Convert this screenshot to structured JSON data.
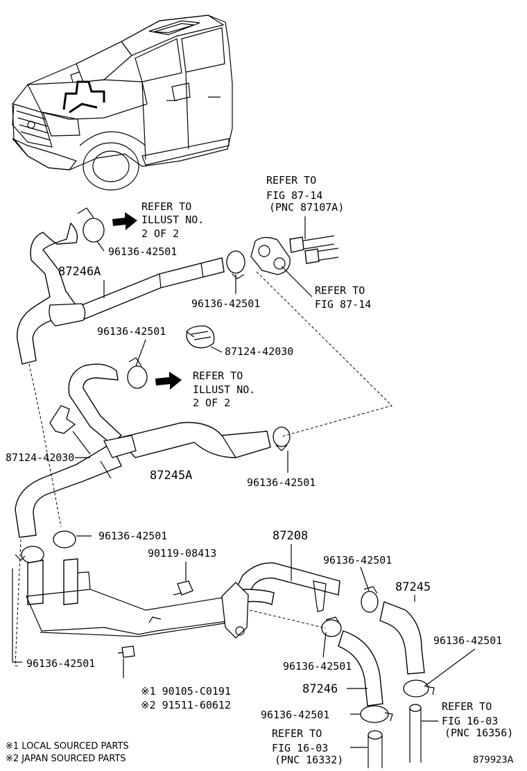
{
  "labels": {
    "refer_top_1": "REFER TO",
    "refer_top_2": "FIG 87-14",
    "refer_top_3": "(PNC 87107A)",
    "refer_illust_a_1": "REFER TO",
    "refer_illust_a_2": "ILLUST NO.",
    "refer_illust_a_3": "2 OF 2",
    "p_96136_1": "96136-42501",
    "p_87246A": "87246A",
    "p_96136_2": "96136-42501",
    "refer_fig8714_1": "REFER TO",
    "refer_fig8714_2": "FIG 87-14",
    "p_96136_3": "96136-42501",
    "p_87124_1": "87124-42030",
    "refer_illust_b_1": "REFER TO",
    "refer_illust_b_2": "ILLUST NO.",
    "refer_illust_b_3": "2 OF 2",
    "p_87124_2": "87124-42030",
    "p_87245A": "87245A",
    "p_96136_4": "96136-42501",
    "p_96136_5": "96136-42501",
    "p_87208": "87208",
    "p_90119": "90119-08413",
    "p_96136_6": "96136-42501",
    "p_87245": "87245",
    "p_96136_7": "96136-42501",
    "p_96136_8": "96136-42501",
    "p_96136_9": "96136-42501",
    "p_87246": "87246",
    "p_local_num": "※1 90105-C0191",
    "p_japan_num": "※2 91511-60612",
    "p_96136_10": "96136-42501",
    "refer_1603a_1": "REFER TO",
    "refer_1603a_2": "FIG 16-03",
    "refer_1603a_3": "(PNC 16356)",
    "refer_1603b_1": "REFER TO",
    "refer_1603b_2": "FIG 16-03",
    "refer_1603b_3": "(PNC 16332)",
    "note_local": "※1 LOCAL SOURCED PARTS",
    "note_japan": "※2 JAPAN SOURCED PARTS",
    "figure_code": "879923A"
  }
}
